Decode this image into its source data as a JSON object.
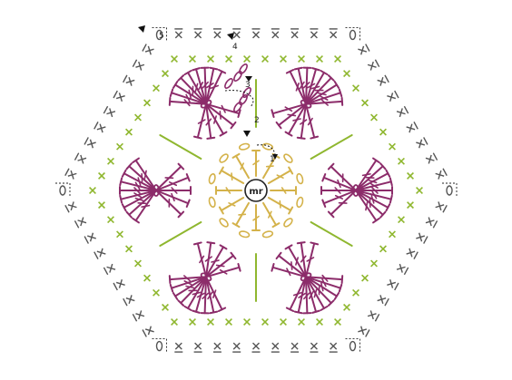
{
  "center": {
    "label": "mr"
  },
  "round_labels": [
    "1",
    "2",
    "3",
    "4",
    "5"
  ],
  "colors": {
    "round1": "#d4b24a",
    "round2": "#8c2c6a",
    "round3": "#8c2c6a",
    "round4": "#8fb72f",
    "round5": "#555555",
    "arrow": "#111111"
  },
  "symbols": {
    "double_crochet": "tall-stitch",
    "chain": "chain-oval",
    "single_crochet_round4": "x-mark",
    "single_crochet_round5": "x-bar-mark"
  }
}
